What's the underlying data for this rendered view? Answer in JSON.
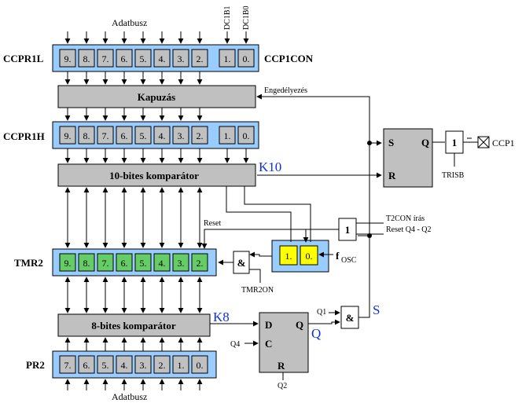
{
  "labels": {
    "adatbusz_top": "Adatbusz",
    "adatbusz_bottom": "Adatbusz",
    "dc1b1": "DC1B1",
    "dc1b0": "DC1B0",
    "ccpr1l": "CCPR1L",
    "ccp1con": "CCP1CON",
    "engedelyezes": "Engedélyezés",
    "kapuzas": "Kapuzás",
    "ccpr1h": "CCPR1H",
    "komp10": "10-bites komparátor",
    "k10": "K10",
    "reset": "Reset",
    "t2con_iras": "T2CON írás",
    "reset_q4_q2": "Reset Q4 - Q2",
    "or_gate": "1",
    "tmr2": "TMR2",
    "and_gate_tmr2": "&",
    "fosc_f": "f",
    "fosc_sub": "OSC",
    "tmr2on": "TMR2ON",
    "komp8": "8-bites komparátor",
    "k8": "K8",
    "pr2": "PR2",
    "q1": "Q1",
    "and_gate_s": "&",
    "s_big": "S",
    "ff_d": "D",
    "ff_c": "C",
    "ff_q": "Q",
    "ff_r": "R",
    "q4": "Q4",
    "q2": "Q2",
    "q_big": "Q",
    "sr_s": "S",
    "sr_r": "R",
    "sr_q": "Q",
    "buf": "1",
    "trisb": "TRISB",
    "ccp1": "CCP1"
  },
  "ccpr1l_bits": [
    "9.",
    "8.",
    "7.",
    "6.",
    "5.",
    "4.",
    "3.",
    "2."
  ],
  "ccp1con_bits": [
    "1.",
    "0."
  ],
  "ccpr1h_bits": [
    "9.",
    "8.",
    "7.",
    "6.",
    "5.",
    "4.",
    "3.",
    "2."
  ],
  "ccpr1h_low_bits": [
    "1.",
    "0."
  ],
  "tmr2_bits": [
    "9.",
    "8.",
    "7.",
    "6.",
    "5.",
    "4.",
    "3.",
    "2."
  ],
  "prescaler_bits": [
    "1.",
    "0."
  ],
  "pr2_bits": [
    "7.",
    "6.",
    "5.",
    "4.",
    "3.",
    "2.",
    "1.",
    "0."
  ],
  "colors": {
    "register_bg": "#99ccff",
    "cell_gray": "#c0c0c0",
    "tmr2_cell": "#66cc66",
    "prescaler_cell": "#ffff00",
    "block_gray": "#c0c0c0",
    "accent_blue": "#1030e0"
  }
}
